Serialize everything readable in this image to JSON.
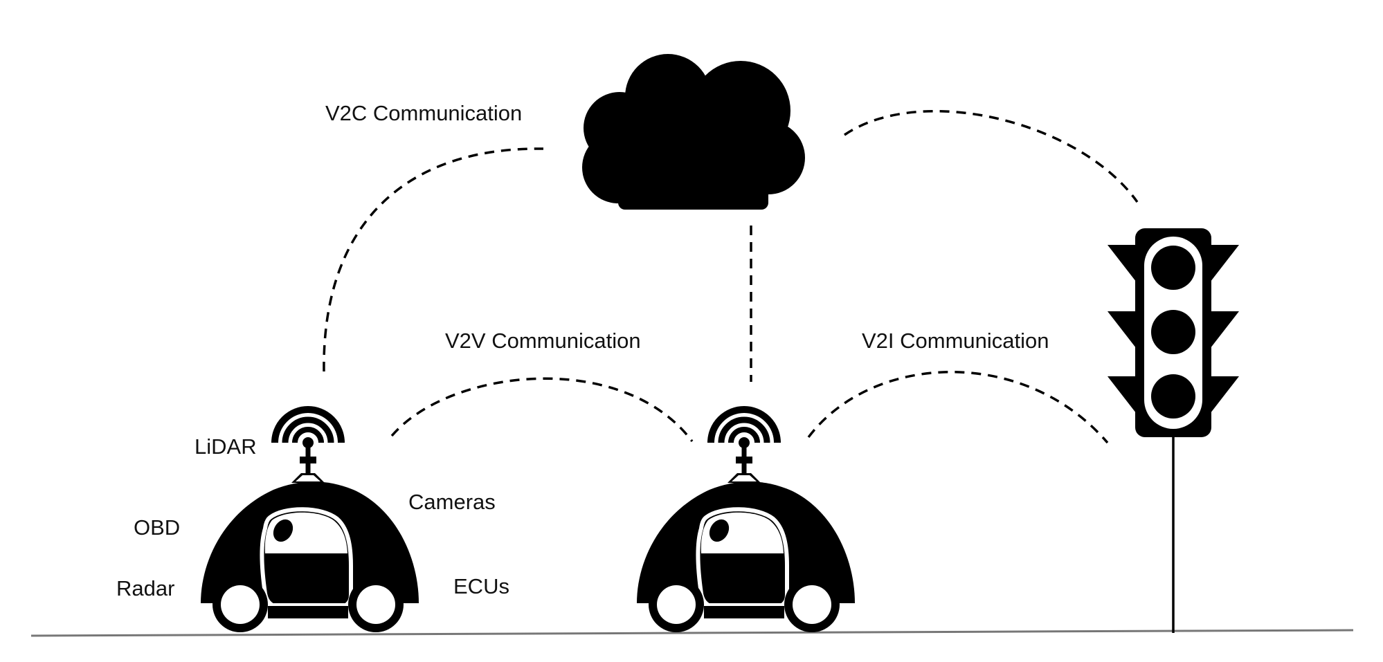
{
  "labels": {
    "v2c": "V2C Communication",
    "v2v": "V2V Communication",
    "v2i": "V2I Communication",
    "lidar": "LiDAR",
    "obd": "OBD",
    "radar": "Radar",
    "cameras": "Cameras",
    "ecus": "ECUs"
  },
  "colors": {
    "ink": "#000000",
    "background": "#ffffff",
    "ground": "#666666"
  },
  "icons": [
    "cloud-icon",
    "traffic-light-icon",
    "autonomous-car-icon",
    "antenna-signal-icon"
  ]
}
